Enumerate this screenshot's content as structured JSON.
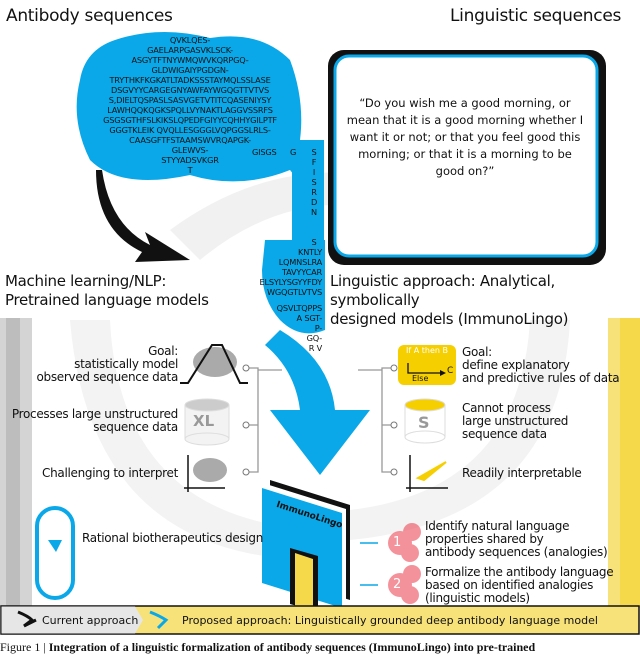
{
  "headings": {
    "antibody": "Antibody sequences",
    "linguistic": "Linguistic sequences"
  },
  "antibody_sequence": {
    "lines": [
      "QVKLQES-",
      "GAELARPGASVKLSCK-",
      "ASGYTFTNYWMQWVKQRPGQ-",
      "GLDWIGAIYPGDGN-",
      "TRYTHKFKGKATLTADKSSSTAYMQLSSLASE",
      "DSGVYYCARGEGNYAWFAYWGQGTTVTVS",
      "S,DIELTQSPASLSASVGETVTITCQASENIYSY",
      "LAWHQQKQGKSPQLLVYNAKTLAGGVSSRFS",
      "GSGSGTHFSLKIKSLQPEDFGIYYCQHHYGILPTF",
      "GGGTKLEIK QVQLLESGGGLVQPGGSLRLS-",
      "CAASGFTFSTAAMSWVRQAPGK-",
      "GLEWVS-",
      "STYYADSVKGR",
      "T"
    ],
    "fragment_gisgs": "GISGS",
    "fragment_g": "G",
    "vertical": [
      "S",
      "F",
      "I",
      "S",
      "R",
      "D",
      "N",
      "",
      "",
      "S"
    ],
    "tail_lines": [
      "KNTLY",
      "LQMNSLRA",
      "TAVYYCAR",
      "ELSYLYSGYYFDY",
      "WGQGTLVTVS",
      "",
      "QSVLTQPPS",
      "A  SGT-",
      "P-",
      "GQ-",
      "R   V"
    ]
  },
  "quote": "“Do you wish me a good morning, or mean that it is a good morning whether I want it or not; or that you feel good this morning; or that it is a morning to be good on?”",
  "left": {
    "title": [
      "Machine learning/NLP:",
      "Pretrained language models"
    ],
    "goal": [
      "Goal:",
      "statistically model",
      "observed sequence data"
    ],
    "process": [
      "Processes large unstructured",
      "sequence data"
    ],
    "xl": "XL",
    "interpret": "Challenging to interpret",
    "design": "Rational biotherapeutics design"
  },
  "right": {
    "title": [
      "Linguistic approach: Analytical, symbolically",
      "designed models (ImmunoLingo)"
    ],
    "rule": {
      "if": "If A then B",
      "else": "Else",
      "c": "C"
    },
    "goal": [
      "Goal:",
      "define explanatory",
      "and predictive rules of data"
    ],
    "process": [
      "Cannot process",
      "large unstructured",
      "sequence data"
    ],
    "s": "S",
    "interpret": "Readily interpretable",
    "steps": [
      {
        "num": "1",
        "text": [
          "Identify natural language",
          "properties shared by",
          "antibody sequences (analogies)"
        ]
      },
      {
        "num": "2",
        "text": [
          "Formalize the antibody language",
          "based on identified analogies",
          "(linguistic models)"
        ]
      }
    ]
  },
  "book_label": "ImmunoLingo",
  "bottom": {
    "current": "Current approach",
    "proposed": "Proposed approach: Linguistically grounded deep antibody language model"
  },
  "caption": {
    "prefix": "Figure 1 | ",
    "bold": "Integration of a linguistic formalization of antibody sequences (ImmunoLingo) into pre-trained"
  },
  "colors": {
    "blue": "#0aa8e8",
    "yellow": "#f7e27a",
    "yellow_strong": "#f5cf00",
    "red": "#ee4b5a",
    "grey": "#d9d9d9"
  }
}
